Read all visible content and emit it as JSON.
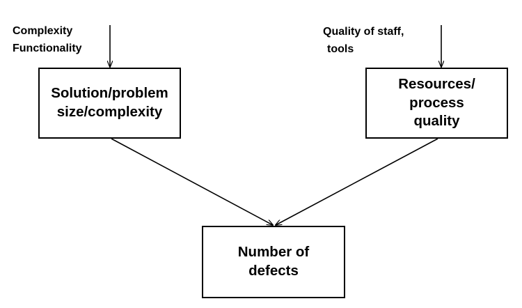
{
  "colors": {
    "stroke": "#000000",
    "background": "#ffffff"
  },
  "inputs": {
    "left": [
      "Complexity",
      "Functionality"
    ],
    "right": [
      "Quality of staff,",
      "tools"
    ]
  },
  "nodes": {
    "solution": [
      "Solution/problem",
      "size/complexity"
    ],
    "resources": [
      "Resources/",
      "process",
      "quality"
    ],
    "defects": [
      "Number of",
      "defects"
    ]
  },
  "edges": [
    {
      "from": "inputs.left",
      "to": "nodes.solution",
      "arrow": true
    },
    {
      "from": "inputs.right",
      "to": "nodes.resources",
      "arrow": true
    },
    {
      "from": "nodes.solution",
      "to": "nodes.defects",
      "arrow": true
    },
    {
      "from": "nodes.resources",
      "to": "nodes.defects",
      "arrow": true
    }
  ]
}
